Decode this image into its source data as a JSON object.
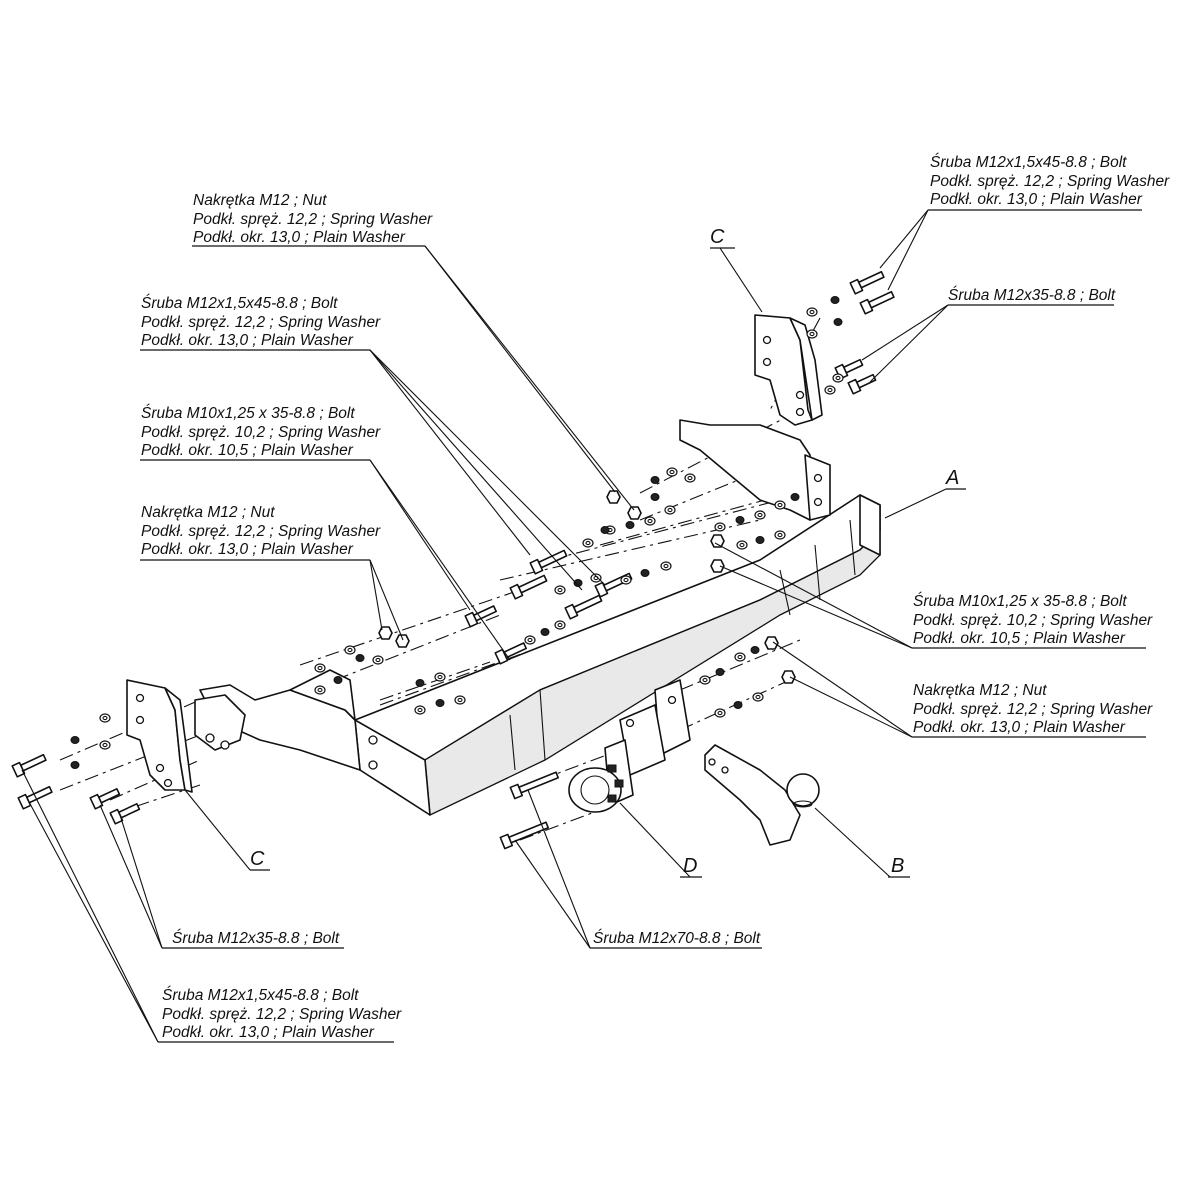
{
  "labels": {
    "top_right_bolt": [
      "Śruba M12x1,5x45-8.8 ;  Bolt",
      "Podkł. spręż. 12,2 ; Spring Washer",
      "Podkł. okr. 13,0 ;  Plain Washer"
    ],
    "top_right_bolt2": [
      "Śruba M12x35-8.8 ;  Bolt"
    ],
    "top_nut": [
      "Nakrętka  M12 ; Nut",
      "Podkł. spręż. 12,2 ; Spring Washer",
      "Podkł. okr. 13,0 ;  Plain Washer"
    ],
    "left_bolt_a": [
      "Śruba M12x1,5x45-8.8 ;  Bolt",
      "Podkł. spręż. 12,2 ; Spring Washer",
      "Podkł. okr. 13,0 ;  Plain Washer"
    ],
    "left_bolt_b": [
      "Śruba M10x1,25 x 35-8.8 ; Bolt",
      "Podkł. spręż. 10,2 ; Spring Washer",
      "Podkł. okr. 10,5 ;  Plain Washer"
    ],
    "left_nut": [
      "Nakrętka  M12 ; Nut",
      "Podkł. spręż. 12,2 ; Spring Washer",
      "Podkł. okr. 13,0 ;  Plain Washer"
    ],
    "right_bolt": [
      "Śruba M10x1,25 x 35-8.8 ; Bolt",
      "Podkł. spręż. 10,2 ; Spring Washer",
      "Podkł. okr. 10,5 ;  Plain Washer"
    ],
    "right_nut": [
      "Nakrętka  M12 ; Nut",
      "Podkł. spręż. 12,2 ; Spring Washer",
      "Podkł. okr. 13,0 ;  Plain Washer"
    ],
    "bottom_bolt35": [
      "Śruba M12x35-8.8 ;  Bolt"
    ],
    "bottom_bolt70": [
      "Śruba M12x70-8.8 ;  Bolt"
    ],
    "bottom_bolt45": [
      "Śruba M12x1,5x45-8.8 ;  Bolt",
      "Podkł. spręż. 12,2 ; Spring Washer",
      "Podkł. okr. 13,0 ;  Plain Washer"
    ]
  },
  "letters": {
    "bracket_top": "C",
    "bracket_bottom": "C",
    "beam": "A",
    "ball": "B",
    "socket": "D"
  }
}
